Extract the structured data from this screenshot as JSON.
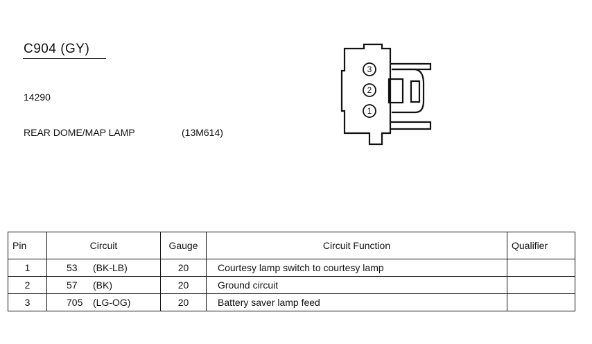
{
  "connector": {
    "title": "C904   (GY)",
    "part_number": "14290",
    "description": "REAR DOME/MAP LAMP",
    "component_code": "(13M614)",
    "pin_labels": [
      "3",
      "2",
      "1"
    ]
  },
  "table": {
    "headers": {
      "pin": "Pin",
      "circuit": "Circuit",
      "gauge": "Gauge",
      "function": "Circuit Function",
      "qualifier": "Qualifier"
    },
    "rows": [
      {
        "pin": "1",
        "circuit_num": "53",
        "circuit_color": "(BK-LB)",
        "gauge": "20",
        "function": "Courtesy lamp switch to courtesy lamp",
        "qualifier": ""
      },
      {
        "pin": "2",
        "circuit_num": "57",
        "circuit_color": "(BK)",
        "gauge": "20",
        "function": "Ground circuit",
        "qualifier": ""
      },
      {
        "pin": "3",
        "circuit_num": "705",
        "circuit_color": "(LG-OG)",
        "gauge": "20",
        "function": "Battery saver lamp feed",
        "qualifier": ""
      }
    ]
  }
}
